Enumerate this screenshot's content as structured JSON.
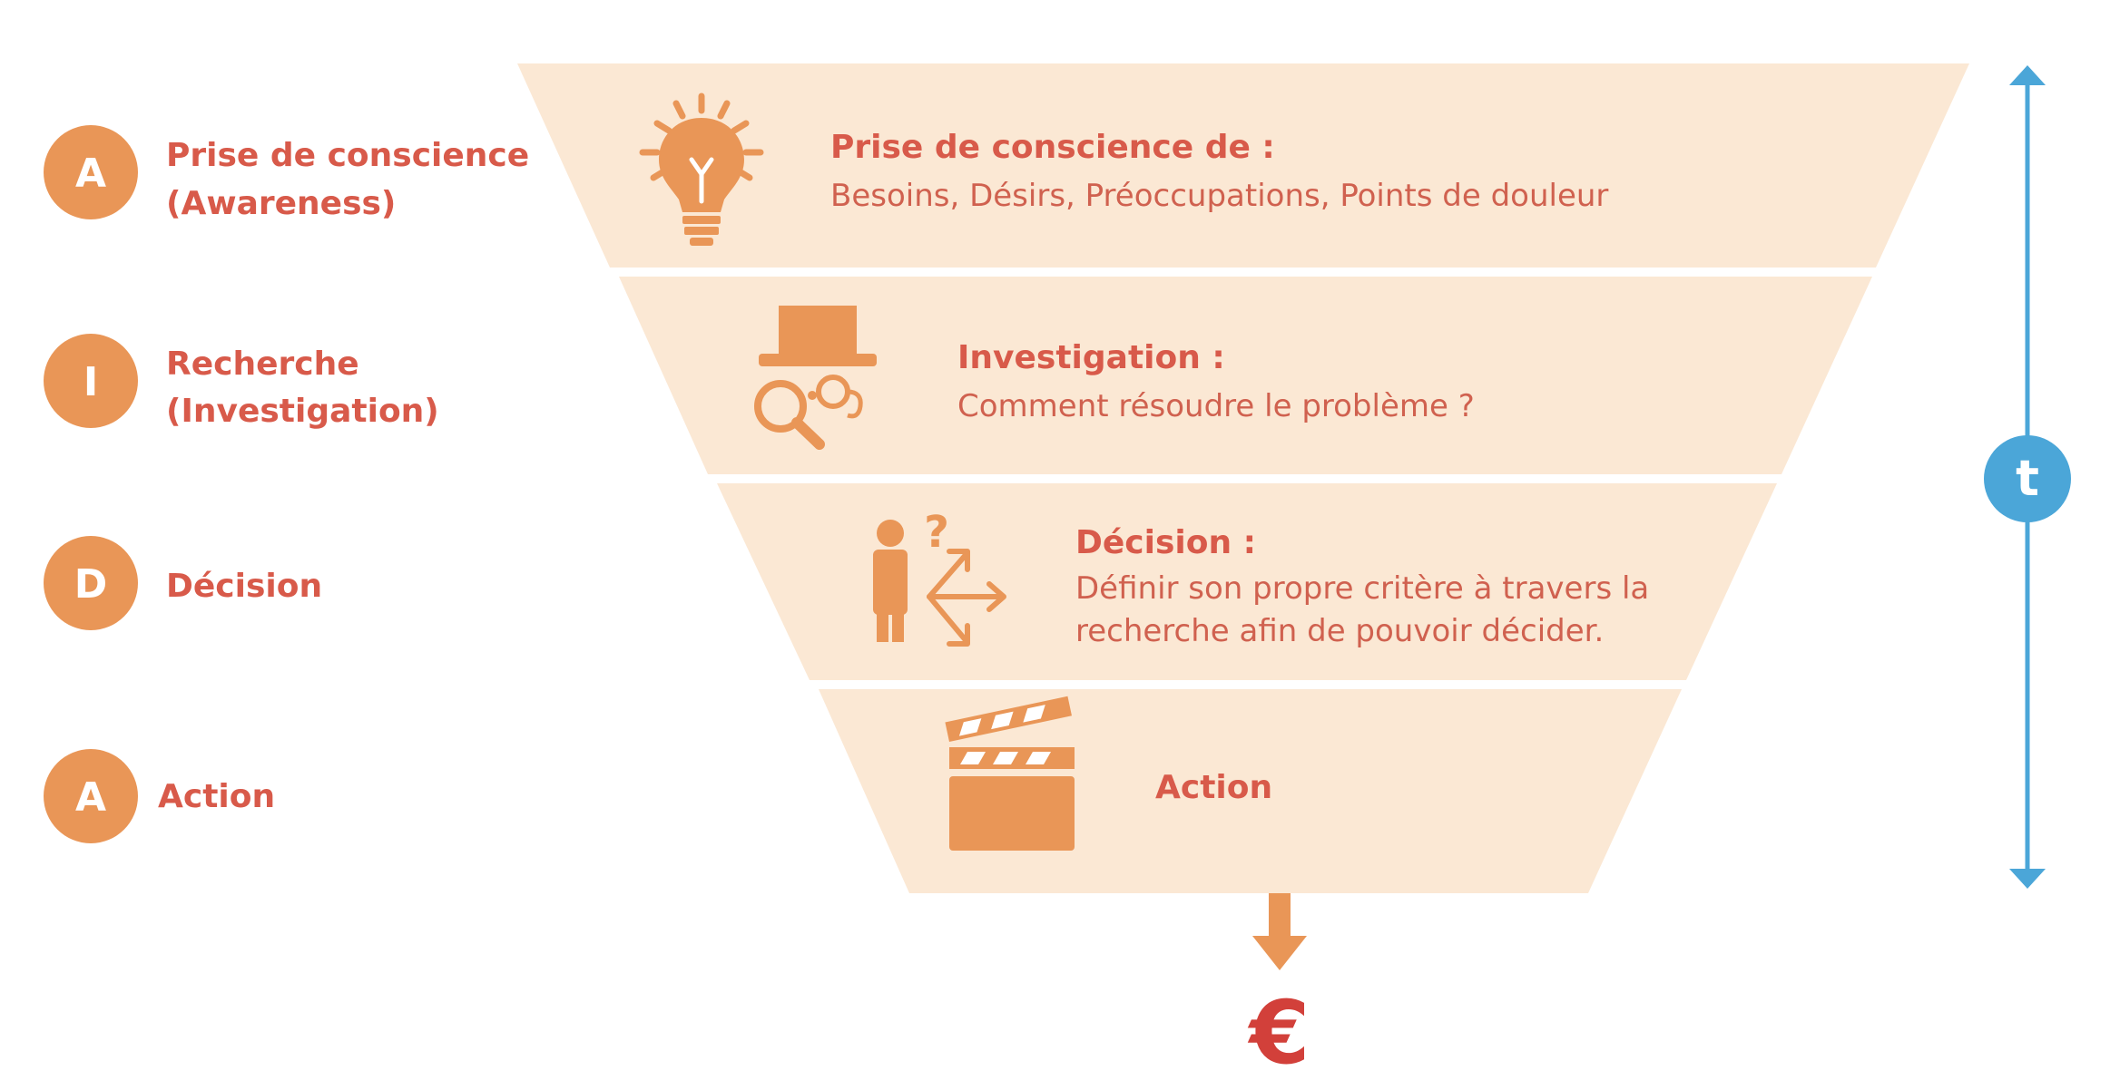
{
  "colors": {
    "stage_fill": "#fbe8d4",
    "accent_orange": "#e99657",
    "label_red": "#d85a4a",
    "timeline_blue": "#4ba6d8",
    "euro_red": "#d2403a"
  },
  "stages": [
    {
      "letter": "A",
      "left_label_lines": [
        "Prise de conscience",
        "(Awareness)"
      ],
      "icon": "lightbulb-icon",
      "title": "Prise de conscience de :",
      "text_lines": [
        "Besoins, Désirs, Préoccupations, Points de douleur"
      ]
    },
    {
      "letter": "I",
      "left_label_lines": [
        "Recherche",
        "(Investigation)"
      ],
      "icon": "detective-magnifier-icon",
      "title": "Investigation :",
      "text_lines": [
        "Comment résoudre le problème ?"
      ]
    },
    {
      "letter": "D",
      "left_label_lines": [
        "Décision"
      ],
      "icon": "person-choice-arrows-icon",
      "title": "Décision :",
      "text_lines": [
        "Définir son propre critère à travers la",
        "recherche afin de pouvoir décider."
      ]
    },
    {
      "letter": "A",
      "left_label_lines": [
        "Action"
      ],
      "icon": "clapperboard-icon",
      "title": "Action",
      "text_lines": []
    }
  ],
  "timeline": {
    "label": "t"
  },
  "result": {
    "symbol": "€",
    "arrow_icon": "down-arrow-icon"
  }
}
